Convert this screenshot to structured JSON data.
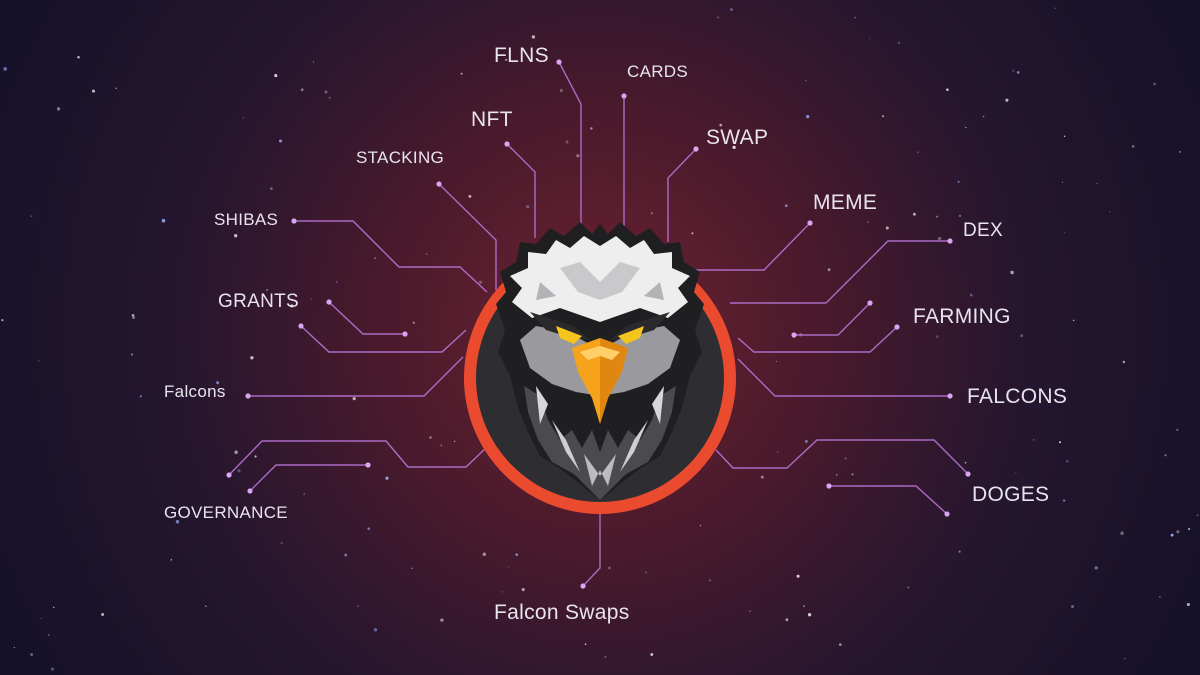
{
  "colors": {
    "background": "#14112a",
    "glow": "#7a2430",
    "line": "#b774d6",
    "dot": "#d8a6f2",
    "ring": "#ea4b2f",
    "disc": "#2e2e32",
    "beak": "#f7a21b",
    "eyes": "#f4c51d",
    "feather_light": "#eeeeee",
    "feather_mid": "#a9a9ad",
    "feather_dark": "#3a3a3e"
  },
  "center_logo": {
    "name": "falcon-head",
    "icon": "falcon-head-icon"
  },
  "labels": [
    {
      "id": "flns",
      "text": "FLNS"
    },
    {
      "id": "cards",
      "text": "CARDS"
    },
    {
      "id": "nft",
      "text": "NFT"
    },
    {
      "id": "swap",
      "text": "SWAP"
    },
    {
      "id": "stacking",
      "text": "STACKING"
    },
    {
      "id": "meme",
      "text": "MEME"
    },
    {
      "id": "shibas",
      "text": "SHIBAS"
    },
    {
      "id": "dex",
      "text": "DEX"
    },
    {
      "id": "grants",
      "text": "GRANTS"
    },
    {
      "id": "farming",
      "text": "FARMING"
    },
    {
      "id": "falcons-left",
      "text": "Falcons"
    },
    {
      "id": "falcons-right",
      "text": "FALCONS"
    },
    {
      "id": "governance",
      "text": "GOVERNANCE"
    },
    {
      "id": "doges",
      "text": "DOGES"
    },
    {
      "id": "falcon-swaps",
      "text": "Falcon Swaps"
    }
  ]
}
